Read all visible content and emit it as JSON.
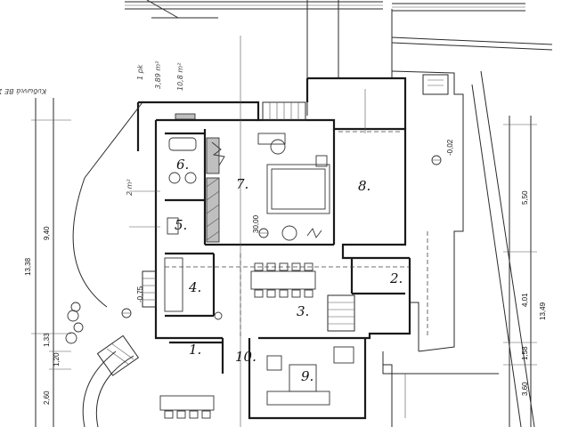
{
  "rooms": [
    {
      "label": "1."
    },
    {
      "label": "2."
    },
    {
      "label": "3."
    },
    {
      "label": "4."
    },
    {
      "label": "5."
    },
    {
      "label": "6."
    },
    {
      "label": "7."
    },
    {
      "label": "8."
    },
    {
      "label": "9."
    },
    {
      "label": "10."
    }
  ],
  "dimensions": {
    "left_outer": "13,38",
    "left_top": "9,40",
    "left_mid_a": "1,33",
    "left_mid_b": "1,20",
    "left_bottom": "2,60",
    "right_outer": "13,49",
    "right_top": "5,50",
    "right_mid": "4,01",
    "right_mid_b": "1,58",
    "right_bottom": "3,60",
    "level_left": "-0,75",
    "level_right": "-0,02",
    "level_center": "30,00"
  },
  "annotations": {
    "note_top_left": "1 pk",
    "note_rotated": "Κυδωνιά ΒΕ ΣΕ ΚΝ",
    "note_area_a": "3,89 m²",
    "note_area_b": "10,8 m²",
    "note_small": "2 m²"
  }
}
